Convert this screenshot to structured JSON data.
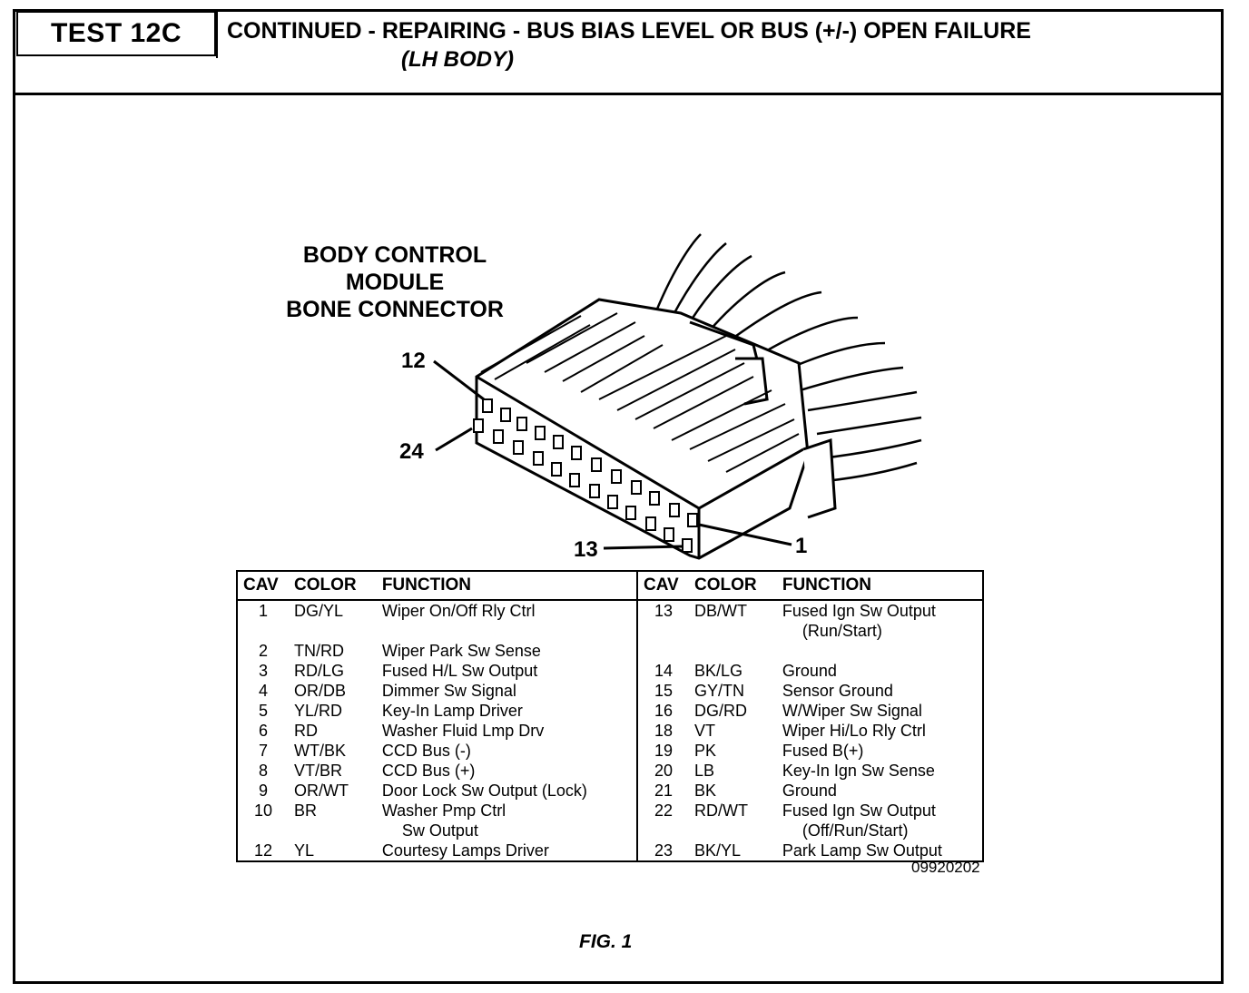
{
  "header": {
    "test_label": "TEST 12C",
    "title": "CONTINUED -  REPAIRING - BUS BIAS LEVEL OR BUS (+/-) OPEN FAILURE",
    "subtitle": "(LH BODY)"
  },
  "connector": {
    "title_lines": [
      "BODY CONTROL",
      "MODULE",
      "BONE CONNECTOR"
    ],
    "pin_labels": {
      "p12": "12",
      "p24": "24",
      "p13": "13",
      "p1": "1"
    }
  },
  "table": {
    "headers": {
      "cav": "CAV",
      "color": "COLOR",
      "function": "FUNCTION"
    },
    "rows": [
      {
        "left": {
          "cav": "1",
          "color": "DG/YL",
          "function": "Wiper On/Off Rly Ctrl",
          "function2": ""
        },
        "right": {
          "cav": "13",
          "color": "DB/WT",
          "function": "Fused Ign Sw Output",
          "function2": "(Run/Start)"
        }
      },
      {
        "left": {
          "cav": "2",
          "color": "TN/RD",
          "function": "Wiper Park Sw Sense",
          "function2": ""
        },
        "right": {
          "cav": "",
          "color": "",
          "function": "",
          "function2": ""
        }
      },
      {
        "left": {
          "cav": "3",
          "color": "RD/LG",
          "function": "Fused H/L Sw Output",
          "function2": ""
        },
        "right": {
          "cav": "14",
          "color": "BK/LG",
          "function": "Ground",
          "function2": ""
        }
      },
      {
        "left": {
          "cav": "4",
          "color": "OR/DB",
          "function": "Dimmer Sw Signal",
          "function2": ""
        },
        "right": {
          "cav": "15",
          "color": "GY/TN",
          "function": "Sensor Ground",
          "function2": ""
        }
      },
      {
        "left": {
          "cav": "5",
          "color": "YL/RD",
          "function": "Key-In Lamp Driver",
          "function2": ""
        },
        "right": {
          "cav": "16",
          "color": "DG/RD",
          "function": "W/Wiper Sw Signal",
          "function2": ""
        }
      },
      {
        "left": {
          "cav": "6",
          "color": "RD",
          "function": "Washer Fluid Lmp Drv",
          "function2": ""
        },
        "right": {
          "cav": "18",
          "color": "VT",
          "function": "Wiper Hi/Lo Rly Ctrl",
          "function2": ""
        }
      },
      {
        "left": {
          "cav": "7",
          "color": "WT/BK",
          "function": "CCD Bus (-)",
          "function2": ""
        },
        "right": {
          "cav": "19",
          "color": "PK",
          "function": "Fused B(+)",
          "function2": ""
        }
      },
      {
        "left": {
          "cav": "8",
          "color": "VT/BR",
          "function": "CCD Bus (+)",
          "function2": ""
        },
        "right": {
          "cav": "20",
          "color": "LB",
          "function": "Key-In Ign Sw Sense",
          "function2": ""
        }
      },
      {
        "left": {
          "cav": "9",
          "color": "OR/WT",
          "function": "Door Lock Sw Output (Lock)",
          "function2": ""
        },
        "right": {
          "cav": "21",
          "color": "BK",
          "function": "Ground",
          "function2": ""
        }
      },
      {
        "left": {
          "cav": "10",
          "color": "BR",
          "function": "Washer Pmp Ctrl",
          "function2": "Sw Output"
        },
        "right": {
          "cav": "22",
          "color": "RD/WT",
          "function": "Fused Ign Sw Output",
          "function2": "(Off/Run/Start)"
        }
      },
      {
        "left": {
          "cav": "12",
          "color": "YL",
          "function": "Courtesy Lamps Driver",
          "function2": ""
        },
        "right": {
          "cav": "23",
          "color": "BK/YL",
          "function": "Park Lamp Sw Output",
          "function2": ""
        }
      }
    ]
  },
  "figure": {
    "id": "09920202",
    "caption": "FIG. 1"
  }
}
